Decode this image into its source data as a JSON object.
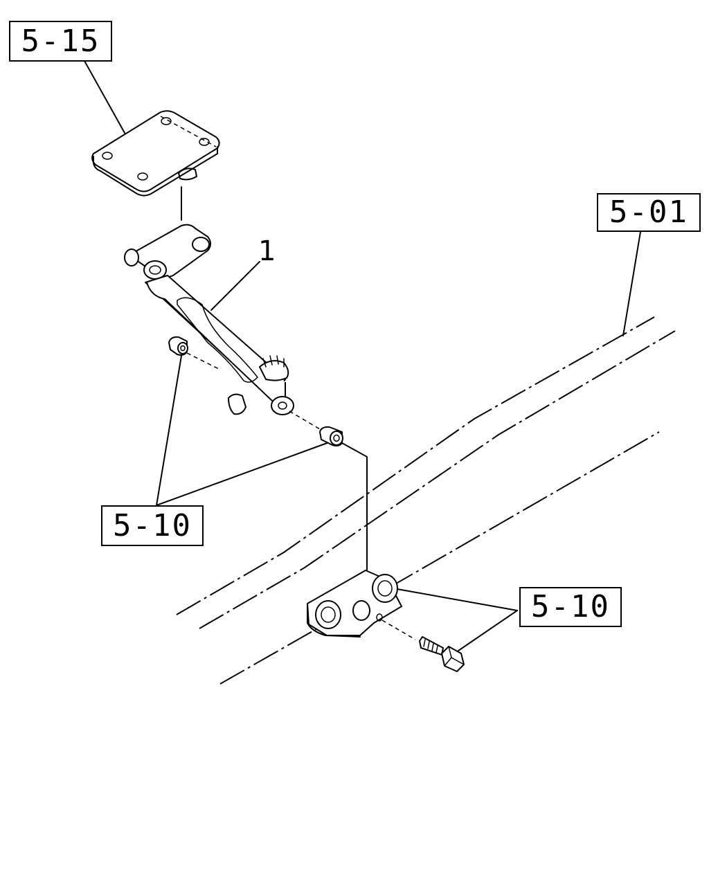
{
  "callouts": {
    "ref_top": "5-15",
    "ref_right": "5-01",
    "ref_left": "5-10",
    "ref_bottom_right": "5-10"
  },
  "item_number": "1"
}
